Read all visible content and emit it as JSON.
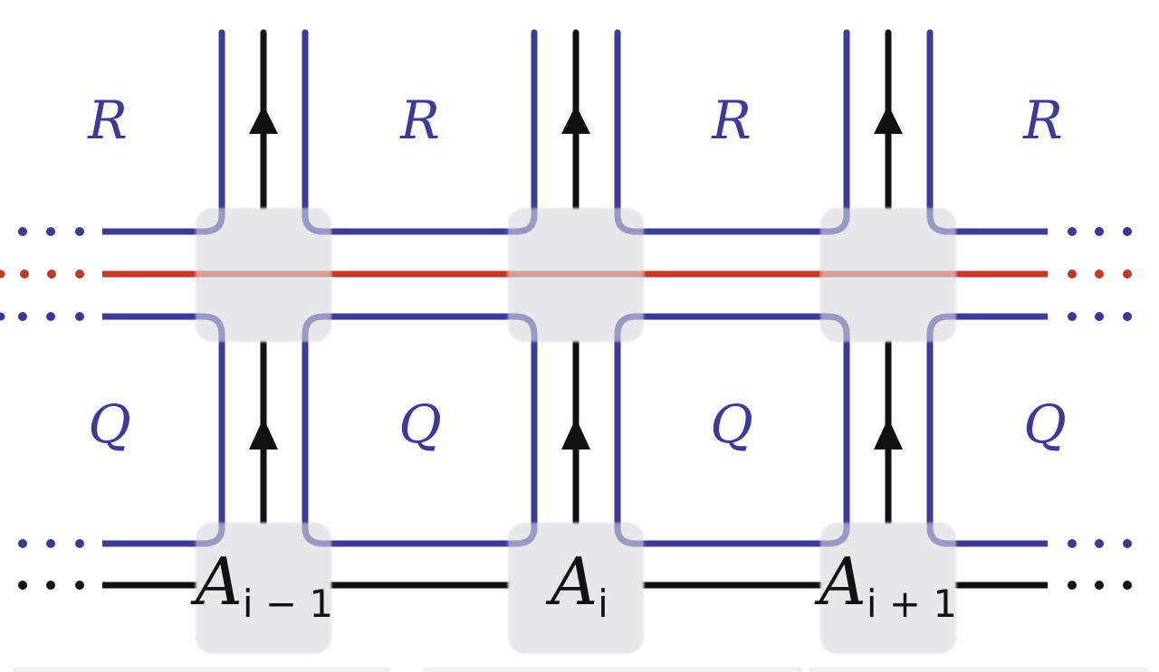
{
  "figure": {
    "upper_region_label": "R",
    "lower_region_label": "Q",
    "tensors": [
      {
        "base": "A",
        "subscript": "i − 1"
      },
      {
        "base": "A",
        "subscript": "i"
      },
      {
        "base": "A",
        "subscript": "i + 1"
      }
    ],
    "arrows": {
      "direction": "up",
      "count": 6
    },
    "continuation_dots": {
      "upper_band_row_colors": [
        "blue",
        "red",
        "blue"
      ],
      "lower_band_row_colors": [
        "blue",
        "black"
      ],
      "dots_per_edge": 3
    },
    "colors": {
      "leg_blue": "#3e3a97",
      "wire_red": "#bf3a27",
      "line_black": "#111111",
      "box_fill": "#e7e7e9"
    }
  }
}
